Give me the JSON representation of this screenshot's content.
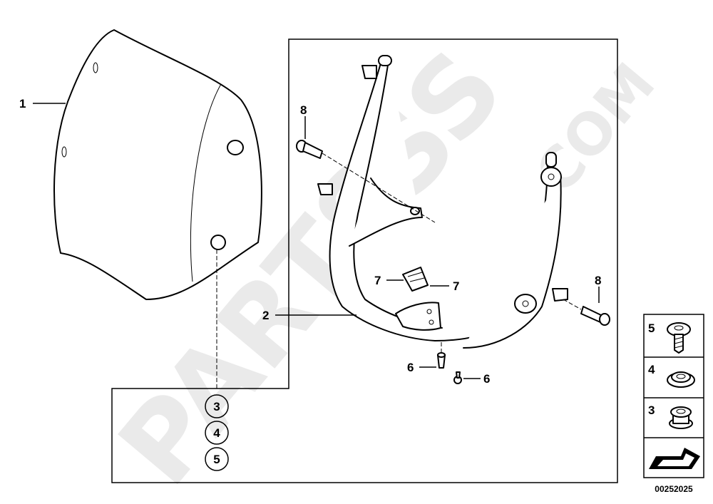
{
  "watermark": {
    "brand": "PARTSSS",
    "suffix": ".COM"
  },
  "callouts": [
    {
      "id": "1",
      "label": "1"
    },
    {
      "id": "2",
      "label": "2"
    },
    {
      "id": "6a",
      "label": "6"
    },
    {
      "id": "6b",
      "label": "6"
    },
    {
      "id": "7a",
      "label": "7"
    },
    {
      "id": "7b",
      "label": "7"
    },
    {
      "id": "8a",
      "label": "8"
    },
    {
      "id": "8b",
      "label": "8"
    }
  ],
  "circle_items": [
    "3",
    "4",
    "5"
  ],
  "legend": [
    {
      "label": "5",
      "icon": "screw-icon"
    },
    {
      "label": "4",
      "icon": "grommet-washer-icon"
    },
    {
      "label": "3",
      "icon": "rubber-grommet-icon"
    },
    {
      "label": "",
      "icon": "arrow-icon"
    }
  ],
  "diagram_id": "00252025"
}
